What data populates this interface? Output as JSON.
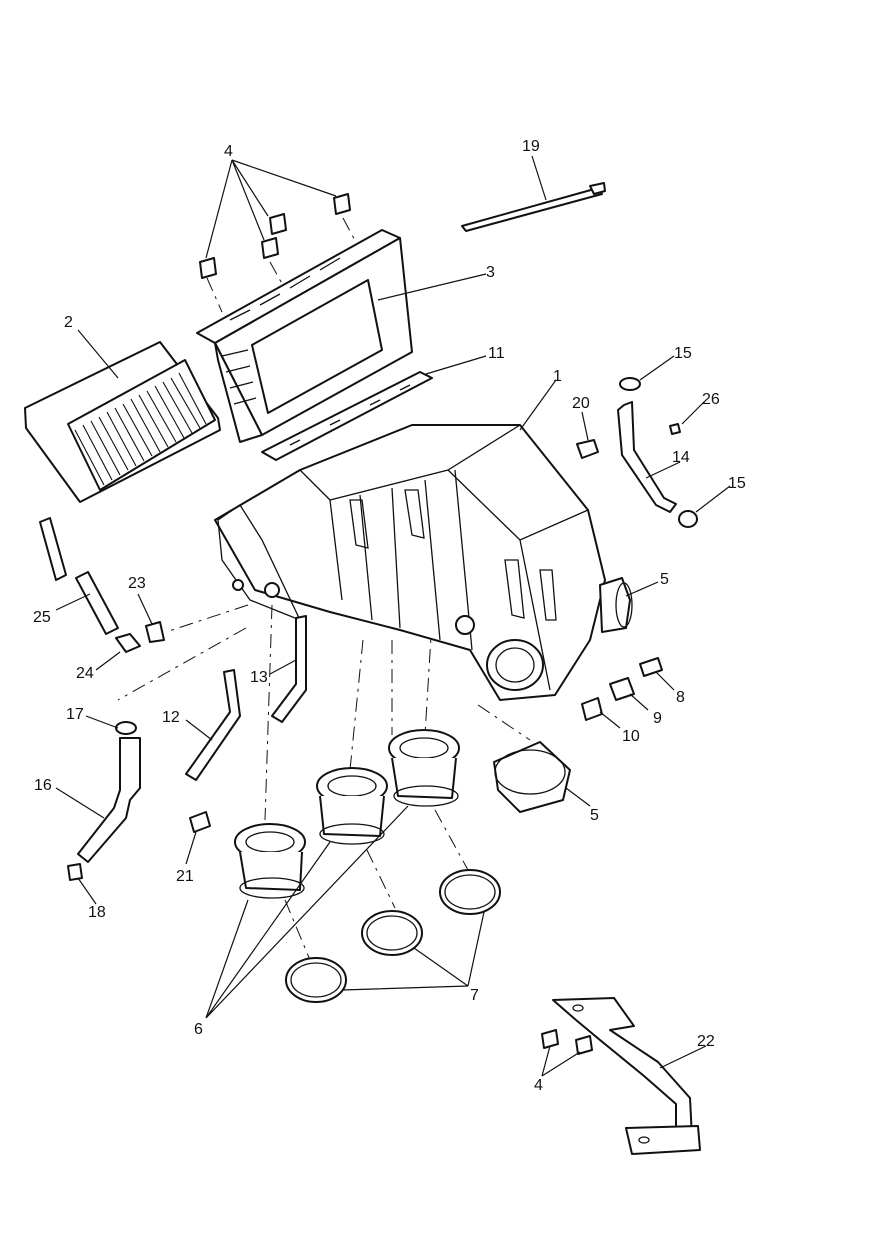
{
  "labels": {
    "c1": "1",
    "c2": "2",
    "c3": "3",
    "c4a": "4",
    "c4b": "4",
    "c5a": "5",
    "c5b": "5",
    "c6": "6",
    "c7": "7",
    "c8": "8",
    "c9": "9",
    "c10": "10",
    "c11": "11",
    "c12": "12",
    "c13": "13",
    "c14": "14",
    "c15a": "15",
    "c15b": "15",
    "c16": "16",
    "c17": "17",
    "c18": "18",
    "c19": "19",
    "c20": "20",
    "c21": "21",
    "c22": "22",
    "c23": "23",
    "c24": "24",
    "c25": "25",
    "c26": "26"
  },
  "colors": {
    "line": "#111111",
    "background": "#ffffff"
  }
}
